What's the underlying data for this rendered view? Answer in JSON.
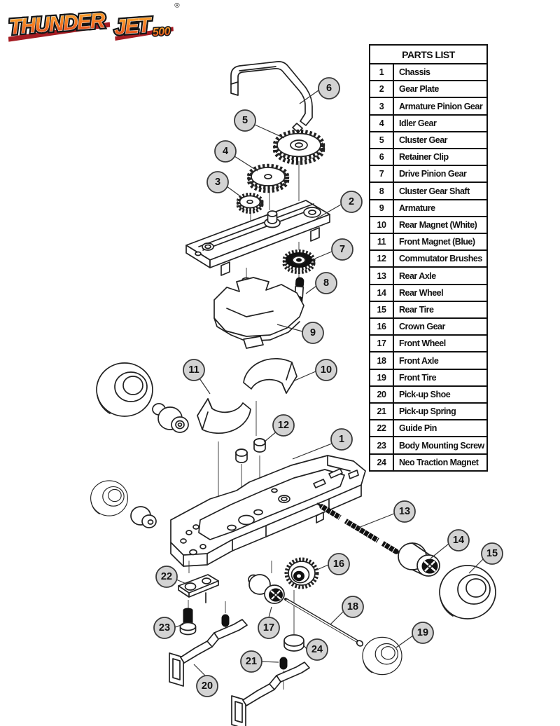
{
  "logo": {
    "brand_part1": "THUNDER",
    "brand_part2": "JET",
    "brand_suffix": "500",
    "registered_mark": "®",
    "colors": {
      "gradient_top": "#FBB034",
      "gradient_mid": "#F4731F",
      "gradient_bottom": "#DC3D23",
      "underline": "#A51C23",
      "outline": "#151515"
    }
  },
  "parts_list": {
    "title": "PARTS LIST",
    "items": [
      {
        "num": "1",
        "name": "Chassis"
      },
      {
        "num": "2",
        "name": "Gear Plate"
      },
      {
        "num": "3",
        "name": "Armature Pinion Gear"
      },
      {
        "num": "4",
        "name": "Idler Gear"
      },
      {
        "num": "5",
        "name": "Cluster Gear"
      },
      {
        "num": "6",
        "name": "Retainer Clip"
      },
      {
        "num": "7",
        "name": "Drive Pinion Gear"
      },
      {
        "num": "8",
        "name": "Cluster Gear Shaft"
      },
      {
        "num": "9",
        "name": "Armature"
      },
      {
        "num": "10",
        "name": "Rear Magnet (White)"
      },
      {
        "num": "11",
        "name": "Front Magnet (Blue)"
      },
      {
        "num": "12",
        "name": "Commutator Brushes"
      },
      {
        "num": "13",
        "name": "Rear Axle"
      },
      {
        "num": "14",
        "name": "Rear Wheel"
      },
      {
        "num": "15",
        "name": "Rear Tire"
      },
      {
        "num": "16",
        "name": "Crown Gear"
      },
      {
        "num": "17",
        "name": "Front Wheel"
      },
      {
        "num": "18",
        "name": "Front Axle"
      },
      {
        "num": "19",
        "name": "Front Tire"
      },
      {
        "num": "20",
        "name": "Pick-up Shoe"
      },
      {
        "num": "21",
        "name": "Pick-up Spring"
      },
      {
        "num": "22",
        "name": "Guide Pin"
      },
      {
        "num": "23",
        "name": "Body Mounting Screw"
      },
      {
        "num": "24",
        "name": "Neo Traction Magnet"
      }
    ]
  },
  "diagram": {
    "colors": {
      "line": "#222222",
      "callout_fill": "#d3d3d3",
      "dark_fill": "#111111"
    },
    "callouts": [
      {
        "num": "1"
      },
      {
        "num": "2"
      },
      {
        "num": "3"
      },
      {
        "num": "4"
      },
      {
        "num": "5"
      },
      {
        "num": "6"
      },
      {
        "num": "7"
      },
      {
        "num": "8"
      },
      {
        "num": "9"
      },
      {
        "num": "10"
      },
      {
        "num": "11"
      },
      {
        "num": "12"
      },
      {
        "num": "13"
      },
      {
        "num": "14"
      },
      {
        "num": "15"
      },
      {
        "num": "16"
      },
      {
        "num": "17"
      },
      {
        "num": "18"
      },
      {
        "num": "19"
      },
      {
        "num": "20"
      },
      {
        "num": "21"
      },
      {
        "num": "22"
      },
      {
        "num": "23"
      },
      {
        "num": "24"
      }
    ]
  }
}
